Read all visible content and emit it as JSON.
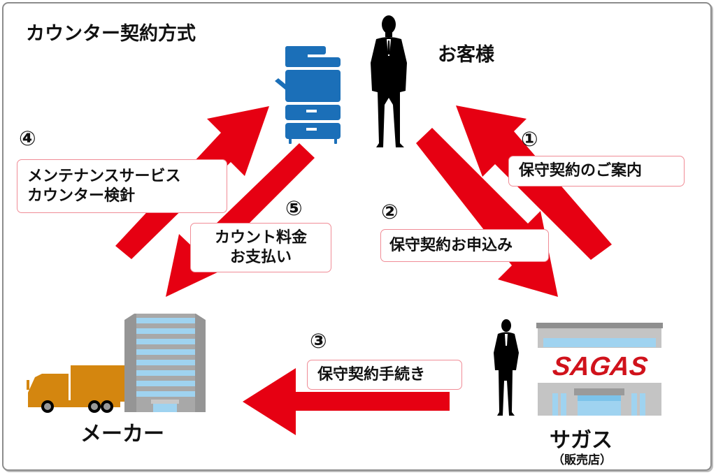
{
  "title": "カウンター契約方式",
  "colors": {
    "arrow": "#e60012",
    "copier": "#1b6fb8",
    "truck": "#d4860f",
    "building_gray": "#a8a8a8",
    "window_blue": "#9fd3f0",
    "sagas_red": "#d0121b",
    "box_border": "#f08c96"
  },
  "entities": {
    "customer": {
      "label": "お客様"
    },
    "maker": {
      "label": "メーカー"
    },
    "sagas": {
      "label": "サガス",
      "sublabel": "（販売店）",
      "sign": "SAGAS"
    }
  },
  "steps": [
    {
      "number": "①",
      "text": [
        "保守契約のご案内"
      ]
    },
    {
      "number": "②",
      "text": [
        "保守契約お申込み"
      ]
    },
    {
      "number": "③",
      "text": [
        "保守契約手続き"
      ]
    },
    {
      "number": "④",
      "text": [
        "メンテナンスサービス",
        "カウンター検針"
      ]
    },
    {
      "number": "⑤",
      "text": [
        "カウント料金",
        "お支払い"
      ]
    }
  ]
}
